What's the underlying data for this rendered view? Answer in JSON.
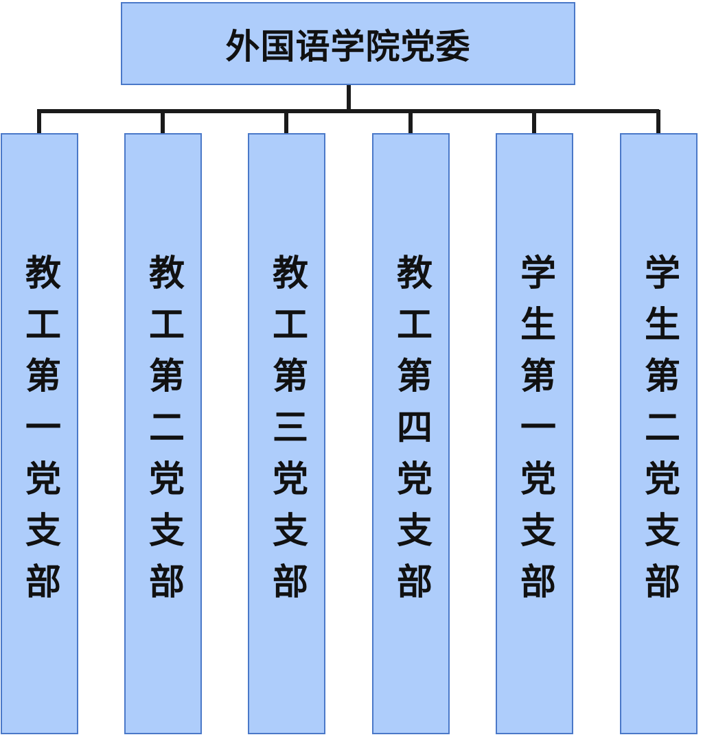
{
  "root": {
    "title": "外国语学院党委"
  },
  "branches": [
    {
      "label": "教工第一党支部"
    },
    {
      "label": "教工第二党支部"
    },
    {
      "label": "教工第三党支部"
    },
    {
      "label": "教工第四党支部"
    },
    {
      "label": "学生第一党支部"
    },
    {
      "label": "学生第二党支部"
    }
  ],
  "colors": {
    "box_fill": "#aecdfb",
    "box_border": "#4a78c8",
    "connector": "#1a1a1a",
    "text": "#111111"
  }
}
